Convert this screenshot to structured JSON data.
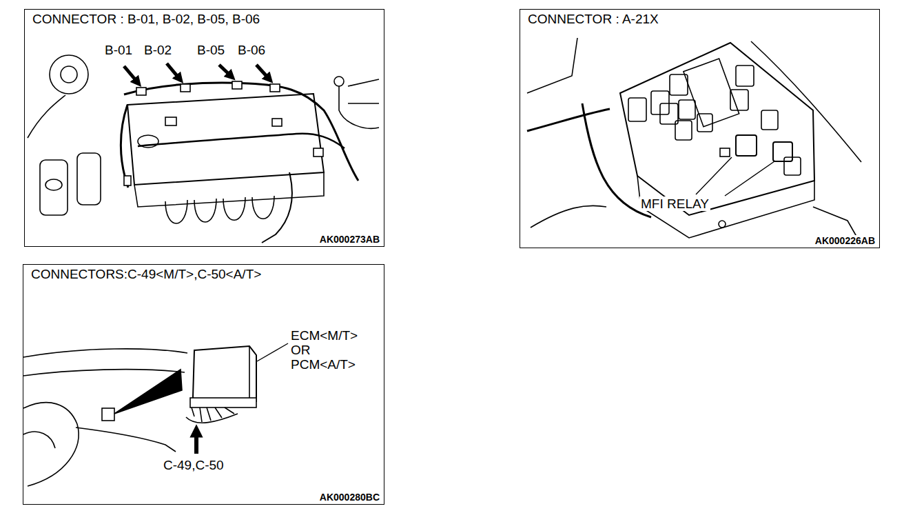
{
  "diagram": {
    "nodes": [
      {
        "text": [
          "CONNECTOR : B-01, B-02, B-05, B-06",
          "AK000273AB"
        ]
      },
      {
        "text": [
          "CONNECTOR : A-21X",
          "AK000226AB"
        ]
      },
      {
        "text": [
          "CONNECTORS:C-49<M/T>,C-50<A/T>",
          "AK000280BC"
        ]
      }
    ],
    "labels": [
      "B-01",
      "B-02",
      "B-05",
      "B-06",
      "MFI RELAY",
      "ECM<M/T> OR PCM<A/T>",
      "C-49,C-50"
    ]
  }
}
